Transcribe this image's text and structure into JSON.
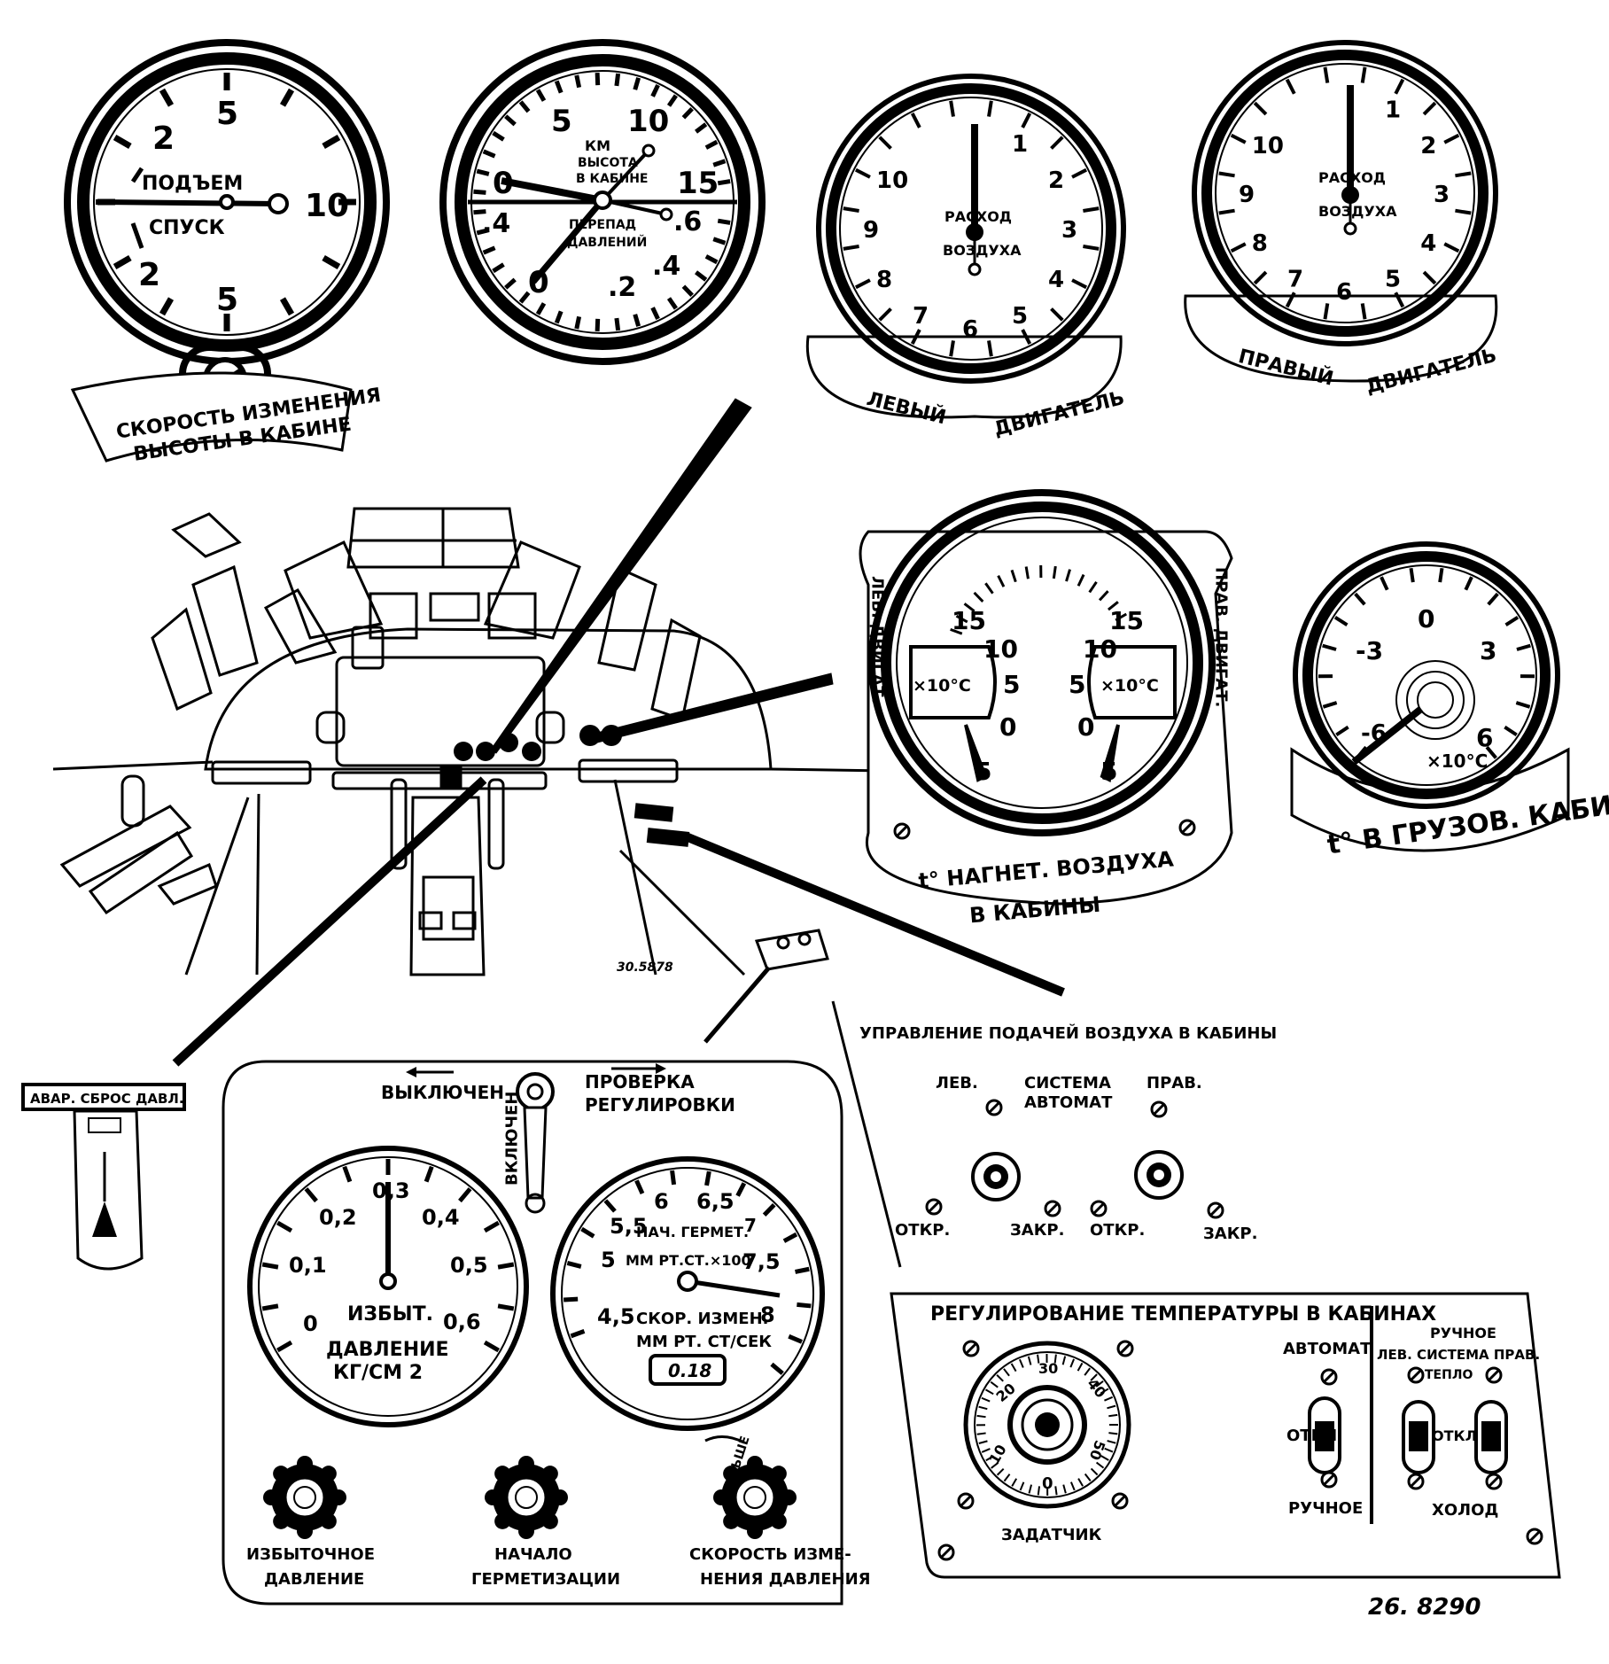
{
  "figure_id": "26. 8290",
  "drawing_id": "30.5878",
  "gauge_climb": {
    "upper_ticks": [
      "2",
      "5",
      "10"
    ],
    "lower_ticks": [
      "2",
      "5"
    ],
    "up_label": "ПОДЪЕМ",
    "down_label": "СПУСК",
    "caption_line1": "СКОРОСТЬ ИЗМЕНЕНИЯ",
    "caption_line2": "ВЫСОТЫ В КАБИНЕ"
  },
  "gauge_altitude": {
    "top_ticks": [
      "5",
      "10",
      "15"
    ],
    "side_ticks": [
      "0"
    ],
    "diff_ticks": [
      ".4",
      ".6",
      "0",
      ".2",
      ".4"
    ],
    "label_km": "КМ",
    "label_alt1": "ВЫСОТА",
    "label_alt2": "В КАБИНЕ",
    "label_diff1": "ПЕРЕПАД",
    "label_diff2": "ДАВЛЕНИЙ"
  },
  "gauge_flow_left": {
    "ticks": [
      "1",
      "2",
      "3",
      "4",
      "5",
      "6",
      "7",
      "8",
      "9",
      "10"
    ],
    "label1": "РАСХОД",
    "label2": "ВОЗДУХА",
    "caption_left": "ЛЕВЫЙ",
    "caption_right": "ДВИГАТЕЛЬ"
  },
  "gauge_flow_right": {
    "ticks": [
      "1",
      "2",
      "3",
      "4",
      "5",
      "6",
      "7",
      "8",
      "9",
      "10"
    ],
    "label1": "РАСХОД",
    "label2": "ВОЗДУХА",
    "caption_left": "ПРАВЫЙ",
    "caption_right": "ДВИГАТЕЛЬ"
  },
  "gauge_dual_temp": {
    "ticks": [
      "15",
      "10",
      "5",
      "0",
      "5"
    ],
    "unit": "×10°С",
    "side_left": "ЛЕВ. ДВИГАТ.",
    "side_right": "ПРАВ. ДВИГАТ.",
    "caption_line1": "t° НАГНЕТ. ВОЗДУХА",
    "caption_line2": "В КАБИНЫ"
  },
  "gauge_cargo_temp": {
    "ticks": [
      "-3",
      "0",
      "3",
      "6",
      "-6"
    ],
    "unit": "×10°С",
    "caption": "t° В ГРУЗОВ. КАБИНЕ"
  },
  "emergency_handle": {
    "label": "АВАР. СБРОС ДАВЛ."
  },
  "pressure_panel": {
    "switch_off": "ВЫКЛЮЧЕН",
    "switch_on": "ВКЛЮЧЕН",
    "switch_check1": "ПРОВЕРКА",
    "switch_check2": "РЕГУЛИРОВКИ",
    "gauge_excess": {
      "ticks": [
        "0",
        "0,1",
        "0,2",
        "0,3",
        "0,4",
        "0,5",
        "0,6"
      ],
      "label1": "ИЗБЫТ.",
      "label2": "ДАВЛЕНИЕ",
      "label3": "КГ/СМ 2"
    },
    "gauge_seal": {
      "ticks": [
        "4,5",
        "5",
        "5,5",
        "6",
        "6,5",
        "7",
        "7,5",
        "8"
      ],
      "label_start": "НАЧ. ГЕРМЕТ.",
      "label_unit": "ММ РТ.СТ.×100",
      "label_rate1": "СКОР. ИЗМЕН.",
      "label_rate2": "ММ РТ. СТ/СЕК",
      "readout": "0.18"
    },
    "knob1_line1": "ИЗБЫТОЧНОЕ",
    "knob1_line2": "ДАВЛЕНИЕ",
    "knob2_line1": "НАЧАЛО",
    "knob2_line2": "ГЕРМЕТИЗАЦИИ",
    "knob3_hint": "БОЛЬШЕ",
    "knob3_line1": "СКОРОСТЬ ИЗМЕ-",
    "knob3_line2": "НЕНИЯ ДАВЛЕНИЯ"
  },
  "air_supply_panel": {
    "title": "УПРАВЛЕНИЕ ПОДАЧЕЙ ВОЗДУХА В КАБИНЫ",
    "left": "ЛЕВ.",
    "system1": "СИСТЕМА",
    "system2": "АВТОМАТ",
    "right": "ПРАВ.",
    "open_left": "ОТКР.",
    "close_left": "ЗАКР.",
    "open_right": "ОТКР.",
    "close_right": "ЗАКР."
  },
  "temp_panel": {
    "title": "РЕГУЛИРОВАНИЕ ТЕМПЕРАТУРЫ В КАБИНАХ",
    "dial_ticks": [
      "0",
      "10",
      "20",
      "30",
      "40",
      "50"
    ],
    "setter": "ЗАДАТЧИК",
    "auto": "АВТОМАТ",
    "off1": "ОТКЛ",
    "manual": "РУЧНОЕ",
    "manual_top": "РУЧНОЕ",
    "system_row": "ЛЕВ. СИСТЕМА ПРАВ.",
    "warm": "ТЕПЛО",
    "off2": "ОТКЛ",
    "cold": "ХОЛОД"
  }
}
